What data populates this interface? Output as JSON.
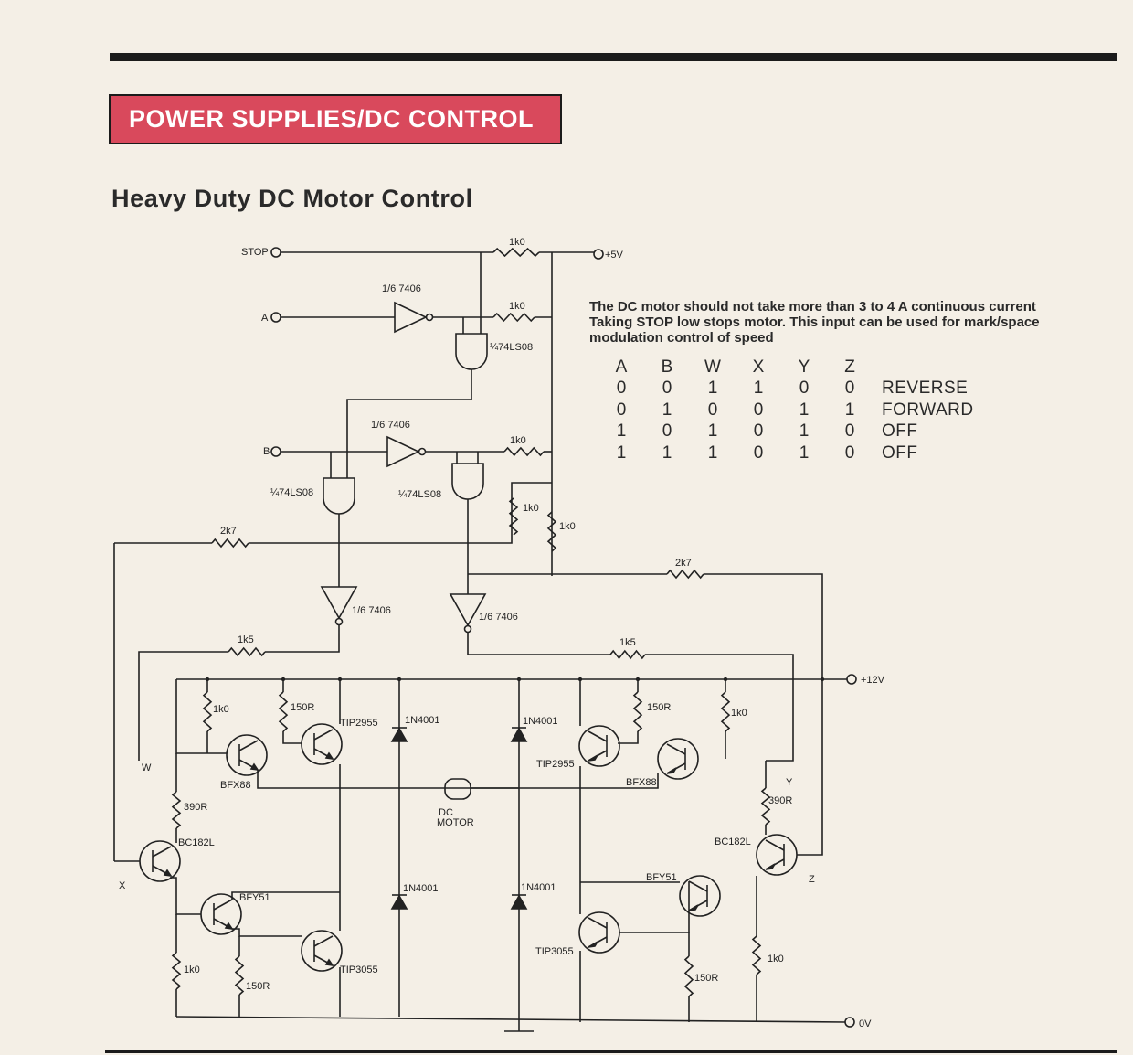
{
  "section": "POWER SUPPLIES/DC CONTROL",
  "title": "Heavy Duty DC Motor Control",
  "notes": [
    "The DC motor should not take more than 3 to 4 A continuous current",
    "Taking STOP low stops motor. This input can be used for mark/space",
    "modulation control of speed"
  ],
  "truth_table": {
    "headers": [
      "A",
      "B",
      "W",
      "X",
      "Y",
      "Z",
      ""
    ],
    "rows": [
      [
        "0",
        "0",
        "1",
        "1",
        "0",
        "0",
        "REVERSE"
      ],
      [
        "0",
        "1",
        "0",
        "0",
        "1",
        "1",
        "FORWARD"
      ],
      [
        "1",
        "0",
        "1",
        "0",
        "1",
        "0",
        "OFF"
      ],
      [
        "1",
        "1",
        "1",
        "0",
        "1",
        "0",
        "OFF"
      ]
    ]
  },
  "schematic": {
    "inputs": {
      "stop": "STOP",
      "a": "A",
      "b": "B"
    },
    "rails": {
      "v5": "+5V",
      "v12": "+12V",
      "gnd": "0V"
    },
    "nodes": {
      "w": "W",
      "x": "X",
      "y": "Y",
      "z": "Z"
    },
    "motor": [
      "DC",
      "MOTOR"
    ],
    "logic_labels": {
      "inv_a": "1/6 7406",
      "inv_b": "1/6 7406",
      "inv_l": "1/6 7406",
      "inv_r": "1/6 7406",
      "and_top": "¼74LS08",
      "and_left": "¼74LS08",
      "and_right": "¼74LS08"
    },
    "resistors": {
      "r_stop": "1k0",
      "r_a": "1k0",
      "r_b": "1k0",
      "r_v1": "1k0",
      "r_v2": "1k0",
      "r_2k7_left": "2k7",
      "r_2k7_right": "2k7",
      "r_1k5_left": "1k5",
      "r_1k5_right": "1k5",
      "r_1k0_topleft": "1k0",
      "r_150_topleft": "150R",
      "r_150_topright": "150R",
      "r_1k0_topright": "1k0",
      "r_390_left": "390R",
      "r_390_right": "390R",
      "r_1k0_botleft": "1k0",
      "r_150_botleft": "150R",
      "r_150_botright": "150R",
      "r_1k0_botright": "1k0"
    },
    "transistors": {
      "bfx88_left": "BFX88",
      "tip2955_left": "TIP2955",
      "tip2955_right": "TIP2955",
      "bfx88_right": "BFX88",
      "bc182l_left": "BC182L",
      "bc182l_right": "BC182L",
      "bfy51_left": "BFY51",
      "bfy51_right": "BFY51",
      "tip3055_left": "TIP3055",
      "tip3055_right": "TIP3055"
    },
    "diodes": {
      "d1": "1N4001",
      "d2": "1N4001",
      "d3": "1N4001",
      "d4": "1N4001"
    }
  }
}
